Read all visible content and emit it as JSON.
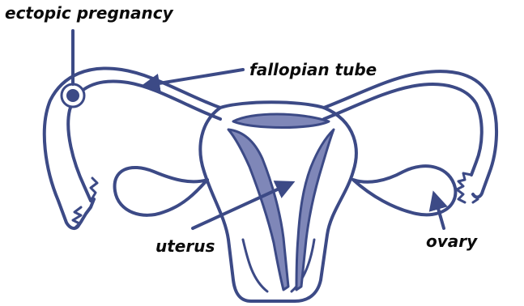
{
  "labels": {
    "ectopic_pregnancy": "ectopic pregnancy",
    "fallopian_tube": "fallopian tube",
    "uterus": "uterus",
    "ovary": "ovary"
  },
  "colors": {
    "outline": "#3c4a86",
    "fill": "#7f87b8",
    "label_text": "#0b0b0b",
    "background": "#ffffff"
  }
}
